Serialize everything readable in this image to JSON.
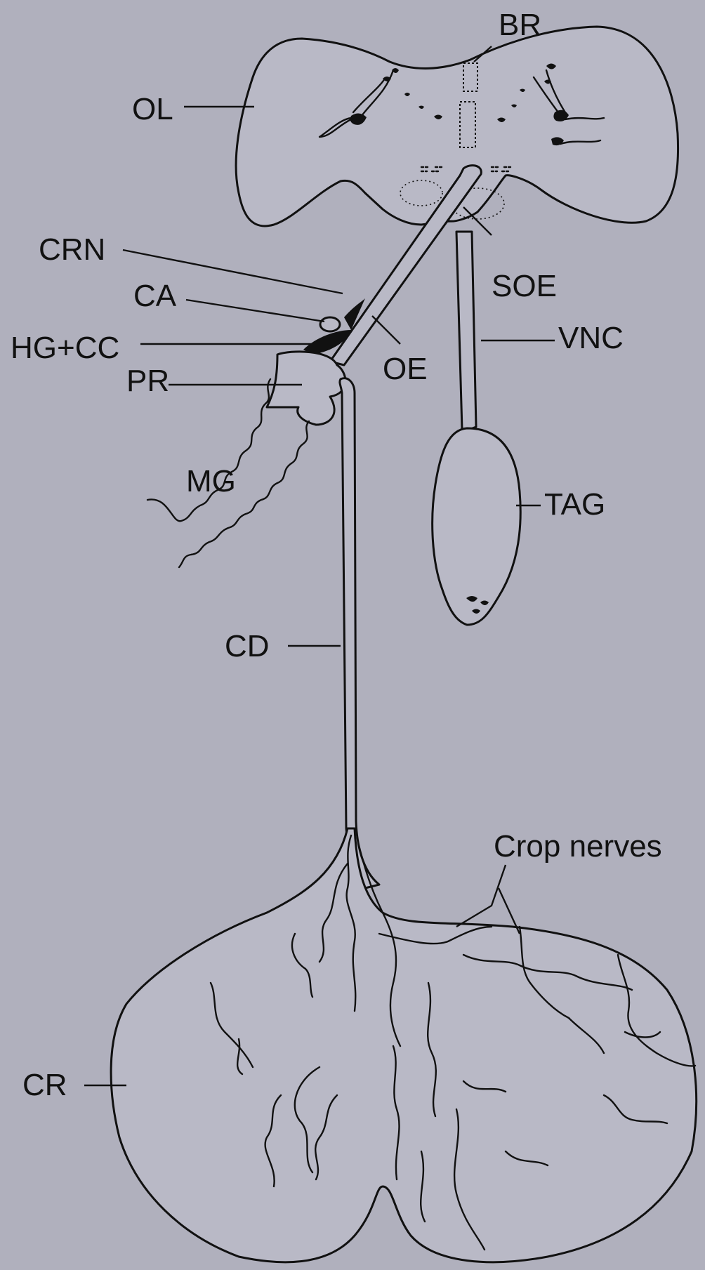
{
  "labels": {
    "br": "BR",
    "ol": "OL",
    "crn": "CRN",
    "soe": "SOE",
    "ca": "CA",
    "hg_cc": "HG+CC",
    "vnc": "VNC",
    "oe": "OE",
    "pr": "PR",
    "mg": "MG",
    "tag": "TAG",
    "cd": "CD",
    "crop_nerves": "Crop nerves",
    "cr": "CR"
  }
}
